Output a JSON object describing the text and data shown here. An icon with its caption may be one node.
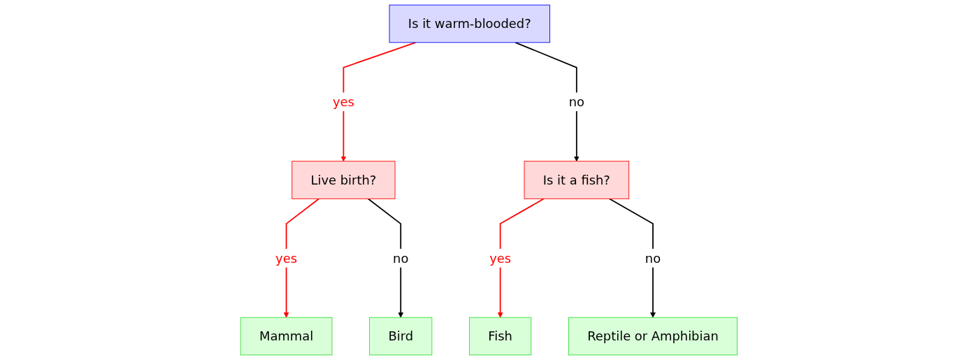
{
  "diagram": {
    "nodes": [
      {
        "text": [
          "Is it warm-blooded?"
        ]
      },
      {
        "text": [
          "Live birth?"
        ]
      },
      {
        "text": [
          "Is it a fish?"
        ]
      },
      {
        "text": [
          "Mammal"
        ]
      },
      {
        "text": [
          "Bird"
        ]
      },
      {
        "text": [
          "Fish"
        ]
      },
      {
        "text": [
          "Reptile or Amphibian"
        ]
      }
    ],
    "edges": [
      {
        "from": 0,
        "to": 1,
        "arrow": "to",
        "label": "yes",
        "color": "#ff0000"
      },
      {
        "from": 0,
        "to": 2,
        "arrow": "to",
        "label": "no",
        "color": "#000000"
      },
      {
        "from": 1,
        "to": 3,
        "arrow": "to",
        "label": "yes",
        "color": "#ff0000"
      },
      {
        "from": 1,
        "to": 4,
        "arrow": "to",
        "label": "no",
        "color": "#000000"
      },
      {
        "from": 2,
        "to": 5,
        "arrow": "to",
        "label": "yes",
        "color": "#ff0000"
      },
      {
        "from": 2,
        "to": 6,
        "arrow": "to",
        "label": "no",
        "color": "#000000"
      }
    ]
  }
}
